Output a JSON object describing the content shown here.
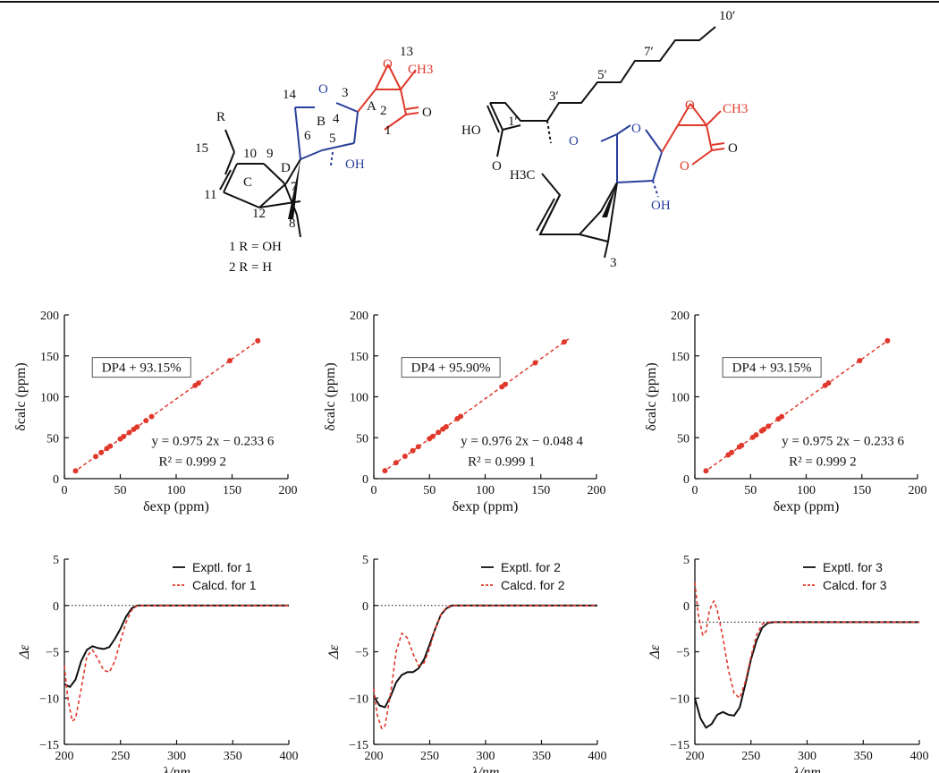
{
  "structures": {
    "left": {
      "atom_labels": [
        "R",
        "15",
        "10",
        "9",
        "D",
        "11",
        "C",
        "12",
        "7",
        "8",
        "6",
        "14",
        "O",
        "B",
        "3",
        "4",
        "5",
        "A",
        "2",
        "1",
        "13",
        "CH3",
        "O",
        "O",
        "OH"
      ],
      "caption_line1": "1 R = OH",
      "caption_line2": "2 R = H"
    },
    "right": {
      "atom_labels": [
        "10′",
        "7′",
        "5′",
        "3′",
        "1′",
        "HO",
        "O",
        "O",
        "O",
        "CH3",
        "O",
        "O",
        "O",
        "OH",
        "H3C",
        "3"
      ]
    }
  },
  "chart_data": [
    {
      "type": "scatter",
      "id": "dp4-1",
      "xlabel": "δexp (ppm)",
      "ylabel": "δcalc (ppm)",
      "xlim": [
        0,
        200
      ],
      "ylim": [
        0,
        200
      ],
      "xticks": [
        0,
        50,
        100,
        150,
        200
      ],
      "yticks": [
        0,
        50,
        100,
        150,
        200
      ],
      "grid": false,
      "annotation_box": "DP4 + 93.15%",
      "equation": "y = 0.975 2x − 0.233 6",
      "r2": "R² = 0.999 2",
      "fit": {
        "slope": 0.9752,
        "intercept": -0.2336
      },
      "points_x": [
        10,
        28,
        33,
        38,
        41,
        50,
        53,
        58,
        62,
        65,
        73,
        78,
        117,
        120,
        148,
        173
      ]
    },
    {
      "type": "scatter",
      "id": "dp4-2",
      "xlabel": "δexp (ppm)",
      "ylabel": "δcalc (ppm)",
      "xlim": [
        0,
        200
      ],
      "ylim": [
        0,
        200
      ],
      "xticks": [
        0,
        50,
        100,
        150,
        200
      ],
      "yticks": [
        0,
        50,
        100,
        150,
        200
      ],
      "grid": false,
      "annotation_box": "DP4 + 95.90%",
      "equation": "y = 0.976 2x − 0.048 4",
      "r2": "R² = 0.999 1",
      "fit": {
        "slope": 0.9762,
        "intercept": -0.0484
      },
      "points_x": [
        10,
        20,
        28,
        35,
        40,
        50,
        53,
        58,
        62,
        65,
        75,
        78,
        115,
        118,
        145,
        171
      ]
    },
    {
      "type": "scatter",
      "id": "dp4-3",
      "xlabel": "δexp (ppm)",
      "ylabel": "δcalc (ppm)",
      "xlim": [
        0,
        200
      ],
      "ylim": [
        0,
        200
      ],
      "xticks": [
        0,
        50,
        100,
        150,
        200
      ],
      "yticks": [
        0,
        50,
        100,
        150,
        200
      ],
      "grid": false,
      "annotation_box": "DP4 + 93.15%",
      "equation": "y = 0.975 2x − 0.233 6",
      "r2": "R² = 0.999 2",
      "fit": {
        "slope": 0.9752,
        "intercept": -0.2336
      },
      "points_x": [
        10,
        30,
        33,
        40,
        42,
        52,
        55,
        60,
        62,
        66,
        75,
        78,
        117,
        120,
        148,
        173
      ]
    },
    {
      "type": "line",
      "id": "ecd-1",
      "xlabel": "λ/nm",
      "ylabel": "Δε",
      "xlim": [
        200,
        400
      ],
      "ylim": [
        -15,
        5
      ],
      "xticks": [
        200,
        250,
        300,
        350,
        400
      ],
      "yticks": [
        5,
        0,
        -5,
        -10,
        -15
      ],
      "baseline": 0,
      "legend_position": "top-right",
      "series": [
        {
          "name": "Exptl. for 1",
          "style": "solid",
          "color": "#111111",
          "x": [
            200,
            205,
            210,
            215,
            220,
            225,
            230,
            235,
            240,
            245,
            250,
            255,
            260,
            265,
            270,
            280,
            300,
            350,
            400
          ],
          "y": [
            -8.5,
            -8.8,
            -8.0,
            -6.0,
            -4.8,
            -4.4,
            -4.6,
            -4.7,
            -4.5,
            -3.6,
            -2.5,
            -1.2,
            -0.3,
            0.0,
            0.0,
            0.0,
            0.0,
            0.0,
            0.0
          ]
        },
        {
          "name": "Calcd. for 1",
          "style": "dashed",
          "color": "#e0382b",
          "x": [
            200,
            203,
            207,
            210,
            215,
            220,
            225,
            230,
            235,
            240,
            245,
            250,
            255,
            260,
            265,
            270,
            280,
            300,
            350,
            400
          ],
          "y": [
            -6.5,
            -10.0,
            -12.5,
            -12.2,
            -9.0,
            -5.5,
            -4.8,
            -5.8,
            -7.0,
            -7.2,
            -6.0,
            -3.8,
            -1.8,
            -0.5,
            0.0,
            0.0,
            0.0,
            0.0,
            0.0,
            0.0
          ]
        }
      ]
    },
    {
      "type": "line",
      "id": "ecd-2",
      "xlabel": "λ/nm",
      "ylabel": "Δε",
      "xlim": [
        200,
        400
      ],
      "ylim": [
        -15,
        5
      ],
      "xticks": [
        200,
        250,
        300,
        350,
        400
      ],
      "yticks": [
        5,
        0,
        -5,
        -10,
        -15
      ],
      "baseline": 0,
      "legend_position": "top-right",
      "series": [
        {
          "name": "Exptl. for 2",
          "style": "solid",
          "color": "#111111",
          "x": [
            200,
            205,
            210,
            215,
            220,
            225,
            230,
            235,
            240,
            245,
            250,
            255,
            260,
            265,
            270,
            280,
            300,
            350,
            400
          ],
          "y": [
            -9.8,
            -10.8,
            -11.0,
            -9.8,
            -8.3,
            -7.5,
            -7.2,
            -7.2,
            -6.8,
            -5.8,
            -4.2,
            -2.5,
            -1.0,
            -0.3,
            0.0,
            0.0,
            0.0,
            0.0,
            0.0
          ]
        },
        {
          "name": "Calcd. for 2",
          "style": "dashed",
          "color": "#e0382b",
          "x": [
            200,
            203,
            207,
            210,
            215,
            220,
            225,
            230,
            235,
            240,
            245,
            250,
            255,
            260,
            265,
            270,
            280,
            300,
            350,
            400
          ],
          "y": [
            -9.0,
            -11.8,
            -13.3,
            -13.0,
            -9.5,
            -5.0,
            -3.0,
            -3.5,
            -5.2,
            -6.5,
            -6.2,
            -4.6,
            -2.5,
            -1.0,
            -0.2,
            0.0,
            0.0,
            0.0,
            0.0,
            0.0
          ]
        }
      ]
    },
    {
      "type": "line",
      "id": "ecd-3",
      "xlabel": "λ/nm",
      "ylabel": "Δε",
      "xlim": [
        200,
        400
      ],
      "ylim": [
        -15,
        5
      ],
      "xticks": [
        200,
        250,
        300,
        350,
        400
      ],
      "yticks": [
        5,
        0,
        -5,
        -10,
        -15
      ],
      "baseline": -1.8,
      "legend_position": "top-right",
      "series": [
        {
          "name": "Exptl. for 3",
          "style": "solid",
          "color": "#111111",
          "x": [
            200,
            205,
            210,
            215,
            220,
            225,
            230,
            235,
            240,
            245,
            250,
            255,
            260,
            265,
            270,
            280,
            300,
            350,
            400
          ],
          "y": [
            -10.0,
            -12.2,
            -13.2,
            -12.8,
            -11.8,
            -11.5,
            -11.8,
            -11.9,
            -11.0,
            -8.5,
            -5.8,
            -3.8,
            -2.4,
            -1.9,
            -1.8,
            -1.8,
            -1.8,
            -1.8,
            -1.8
          ]
        },
        {
          "name": "Calcd. for 3",
          "style": "dashed",
          "color": "#e0382b",
          "x": [
            200,
            203,
            207,
            210,
            213,
            217,
            220,
            225,
            230,
            235,
            240,
            245,
            250,
            255,
            260,
            265,
            270,
            280,
            300,
            350,
            400
          ],
          "y": [
            2.5,
            -1.0,
            -3.2,
            -2.8,
            -0.5,
            0.5,
            -0.5,
            -3.5,
            -7.0,
            -9.5,
            -10.0,
            -8.2,
            -5.5,
            -3.2,
            -2.0,
            -1.8,
            -1.8,
            -1.8,
            -1.8,
            -1.8,
            -1.8
          ]
        }
      ]
    }
  ]
}
